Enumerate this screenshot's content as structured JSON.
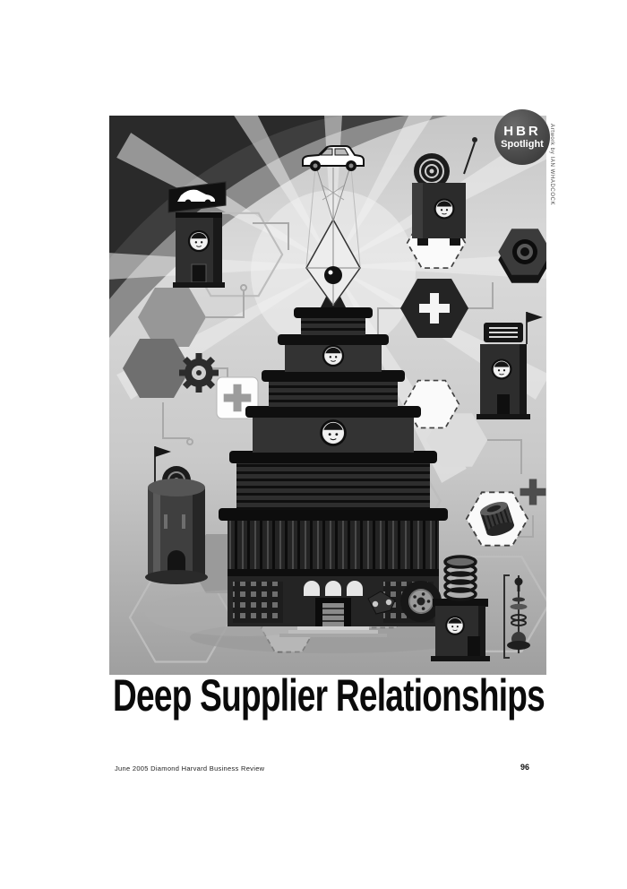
{
  "badge": {
    "line1": "HBR",
    "line2": "Spotlight"
  },
  "title": "Deep Supplier Relationships",
  "footer": {
    "left": "June 2005  Diamond Harvard Business Review",
    "page_number": "96"
  },
  "credit": "Artwork by IAN WHADCOCK",
  "artwork": {
    "scene": "isometric pagoda factory tower beaming up a car, surrounded by hexagon tiles, supplier buildings with cartoon faces, gear, hex nut, coil spring, wheel and suspension parts linked by circuit lines",
    "colors": {
      "background": "#cccccc",
      "ink": "#141414",
      "paper": "#ffffff",
      "accent_dark": "#2b2b2b"
    }
  }
}
